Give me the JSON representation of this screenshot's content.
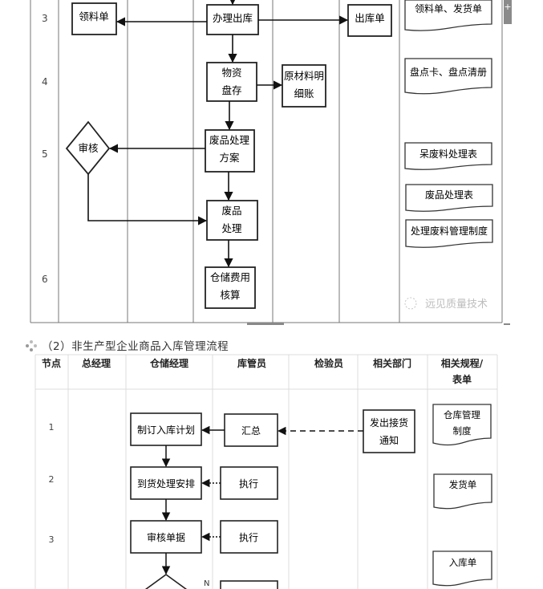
{
  "top_flow": {
    "row_numbers": [
      "3",
      "4",
      "5",
      "6"
    ],
    "nodes": {
      "requisition_slip": "领料单",
      "process_outbound": "办理出库",
      "outbound_slip": "出库单",
      "inventory_count_1": "物资",
      "inventory_count_2": "盘存",
      "raw_material_ledger_1": "原材料明",
      "raw_material_ledger_2": "细账",
      "review": "审核",
      "waste_plan_1": "废品处理",
      "waste_plan_2": "方案",
      "waste_handling_1": "废品",
      "waste_handling_2": "处理",
      "storage_cost_1": "仓储费用",
      "storage_cost_2": "核算"
    },
    "documents": [
      "领料单、发货单",
      "盘点卡、盘点清册",
      "呆废料处理表",
      "废品处理表",
      "处理废料管理制度"
    ],
    "watermark": "远见质量技术"
  },
  "section2": {
    "title": "（2）非生产型企业商品入库管理流程",
    "headers": [
      "节点",
      "总经理",
      "仓储经理",
      "库管员",
      "检验员",
      "相关部门",
      "相关规程/",
      "表单"
    ],
    "row_numbers": [
      "1",
      "2",
      "3"
    ],
    "nodes": {
      "make_plan": "制订入库计划",
      "summarize": "汇总",
      "arrival_notice_1": "发出接货",
      "arrival_notice_2": "通知",
      "arrival_arrange": "到货处理安排",
      "execute_1": "执行",
      "review_docs": "审核单据",
      "execute_2": "执行",
      "no_label": "N"
    },
    "documents": [
      "仓库管理",
      "制度",
      "发货单",
      "入库单"
    ]
  }
}
